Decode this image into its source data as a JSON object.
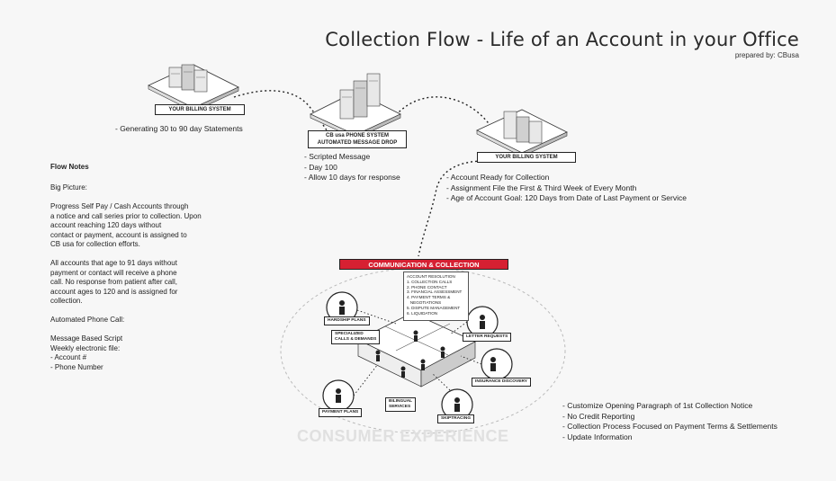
{
  "header": {
    "title": "Collection Flow - Life of an Account in your Office",
    "subtitle": "prepared by:  CBusa"
  },
  "systems": {
    "billing1_label": "YOUR BILLING SYSTEM",
    "billing1_notes": [
      "- Generating 30 to 90 day Statements"
    ],
    "phone_label_line1": "CB usa PHONE SYSTEM",
    "phone_label_line2": "AUTOMATED MESSAGE DROP",
    "phone_notes": [
      "- Scripted Message",
      "- Day 100",
      "- Allow 10 days for response"
    ],
    "billing2_label": "YOUR BILLING SYSTEM",
    "billing2_notes": [
      "- Account Ready for Collection",
      "- Assignment File the First & Third Week of Every Month",
      "- Age of Account Goal: 120 Days from Date of Last Payment or Service"
    ]
  },
  "flow_notes": {
    "heading": "Flow Notes",
    "body": "Big Picture:\n\nProgress Self Pay / Cash Accounts through\na notice and call series prior to collection.  Upon\naccount reaching 120 days without\ncontact or payment, account is assigned to\nCB usa for collection efforts.\n\nAll accounts that age to 91 days without\npayment or contact will receive a phone\ncall.  No response from patient after call,\naccount ages to 120 and is assigned for\ncollection.\n\nAutomated Phone Call:\n\nMessage Based Script\nWeekly electronic file:\n- Account #\n- Phone Number"
  },
  "communication": {
    "banner": "COMMUNICATION  & COLLECTION",
    "resolution_items": [
      "ACCOUNT RESOLUTION",
      "1. COLLECTION CALLS",
      "2. PHONE CONTACT",
      "3. FINANCIAL ASSESSMENT",
      "4. PAYMENT TERMS &",
      "   NEGOTIATIONS",
      "5. DISPUTE MANAGEMENT",
      "6. LIQUIDATION"
    ],
    "hardship": "HARDSHIP PLANS",
    "specialized_line1": "SPECIALIZED",
    "specialized_line2": "CALLS & DEMANDS",
    "letter": "LETTER REQUESTS",
    "insurance": "INSURANCE DISCOVERY",
    "bilingual_line1": "BILINGUAL",
    "bilingual_line2": "SERVICES",
    "payment": "PAYMENT PLANS",
    "skiptracing": "SKIPTRACING",
    "consumer": "CONSUMER EXPERIENCE"
  },
  "right_notes": [
    "- Customize Opening Paragraph of 1st Collection Notice",
    "- No Credit Reporting",
    "- Collection Process Focused on Payment Terms & Settlements",
    "- Update Information"
  ]
}
